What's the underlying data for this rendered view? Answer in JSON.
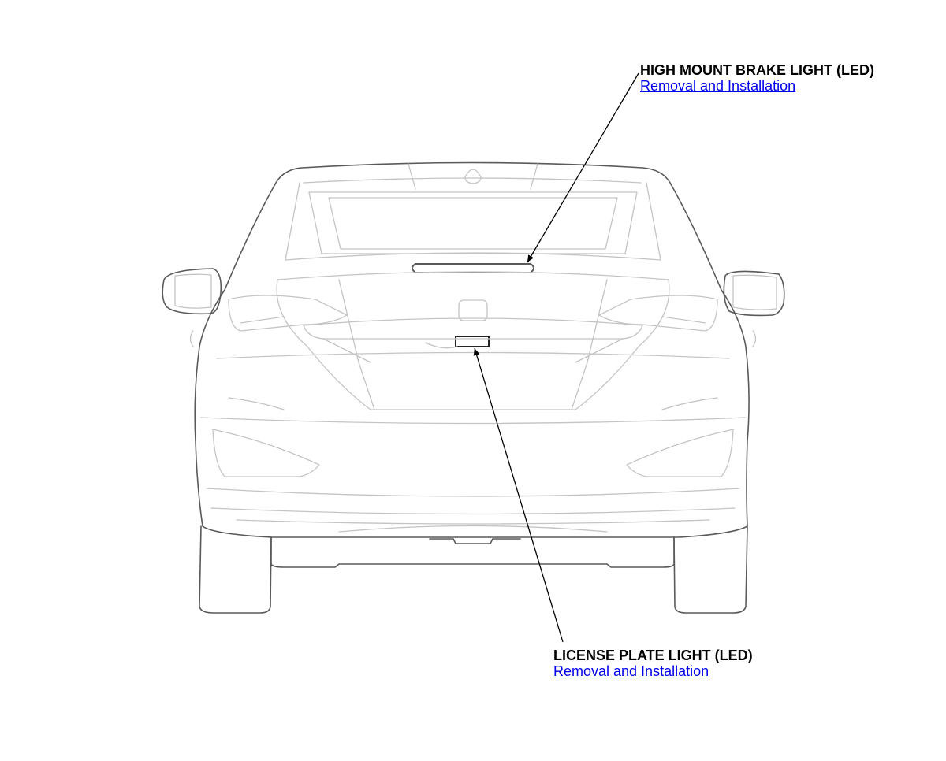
{
  "callouts": {
    "high_mount_brake_light": {
      "title": "HIGH MOUNT BRAKE LIGHT (LED)",
      "link": "Removal and Installation"
    },
    "license_plate_light": {
      "title": "LICENSE PLATE LIGHT (LED)",
      "link": "Removal and Installation"
    }
  },
  "colors": {
    "outline_dark": "#5a5a5a",
    "outline_light": "#c4c4c4",
    "leader": "#000000",
    "link": "#0000ee"
  }
}
